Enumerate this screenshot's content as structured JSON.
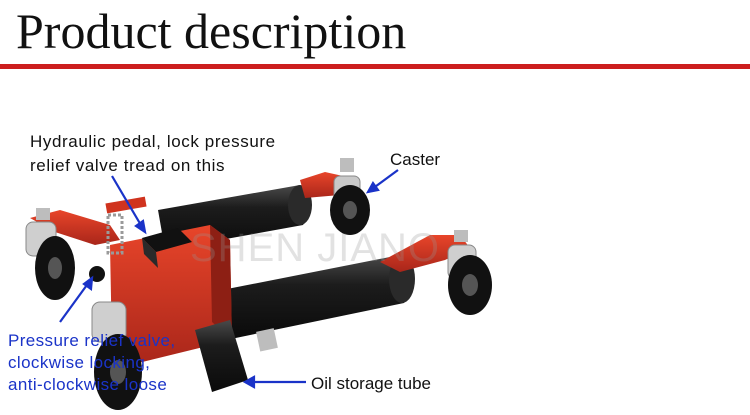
{
  "header": {
    "title": "Product description"
  },
  "watermark": "SHEN JIANO",
  "callouts": {
    "pedal": [
      "Hydraulic pedal, lock pressure",
      "relief valve tread on this"
    ],
    "caster": "Caster",
    "relief_valve": [
      "Pressure relief valve,",
      "clockwise locking,",
      "anti-clockwise loose"
    ],
    "oil_tube": "Oil storage tube"
  },
  "colors": {
    "rule": "#cc1e1e",
    "frame": "#d0331e",
    "frame_dark": "#9e2418",
    "roller": "#1c1c1c",
    "callout_blue": "#1a33c8"
  },
  "icons": [
    "wheel-dolly-illustration",
    "caster-wheel",
    "pedal-icon",
    "arrow-icon"
  ]
}
